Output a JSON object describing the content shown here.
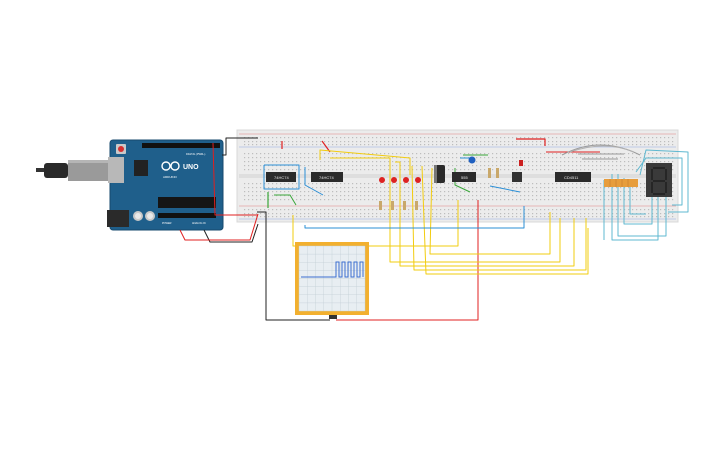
{
  "arduino": {
    "brand": "UNO",
    "maker_text": "ARDUINO",
    "header_text": "DIGITAL (PWM~)",
    "power_text": "POWER",
    "analog_text": "ANALOG IN"
  },
  "chips": {
    "u1": "74HC74",
    "u2": "74HC74",
    "u3": "555",
    "u4": "CD4511"
  },
  "colors": {
    "breadboard": "#ececec",
    "arduino_blue": "#1f5f8b",
    "wire_red": "#e02020",
    "wire_yellow": "#f2cc0f",
    "wire_blue": "#2b8fd6",
    "wire_black": "#222222",
    "wire_green": "#3aa63a",
    "wire_cyan": "#5fb8d0",
    "scope_frame": "#f2b02f"
  }
}
